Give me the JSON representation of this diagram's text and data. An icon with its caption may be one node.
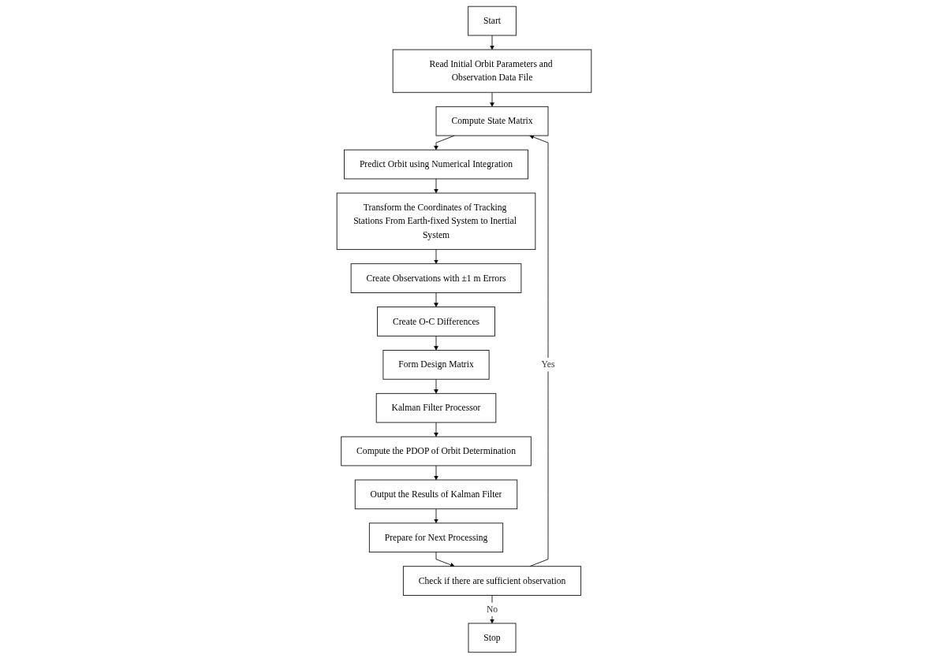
{
  "diagram": {
    "nodes": [
      {
        "text": [
          "Start"
        ]
      },
      {
        "text": [
          "Read Initial Orbit Parameters and Observation Data File"
        ]
      },
      {
        "text": [
          "Compute State Matrix"
        ]
      },
      {
        "text": [
          "Predict Orbit using Numerical Integration"
        ]
      },
      {
        "text": [
          "Transform the Coordinates of Tracking Stations From Earth-fixed System to Inertial System"
        ]
      },
      {
        "text": [
          "Create Observations with ±1 m Errors"
        ]
      },
      {
        "text": [
          "Create O-C Differences"
        ]
      },
      {
        "text": [
          "Form Design Matrix"
        ]
      },
      {
        "text": [
          "Kalman Filter Processor"
        ]
      },
      {
        "text": [
          "Compute the PDOP of Orbit Determination"
        ]
      },
      {
        "text": [
          "Output the Results of Kalman Filter"
        ]
      },
      {
        "text": [
          "Prepare for Next Processing"
        ]
      },
      {
        "text": [
          "Check if there are sufficient observation"
        ]
      },
      {
        "text": [
          "Stop"
        ]
      }
    ],
    "edges": [
      {
        "from": 0,
        "to": 1,
        "arrow": "to"
      },
      {
        "from": 1,
        "to": 2,
        "arrow": "to"
      },
      {
        "from": 2,
        "to": 3,
        "arrow": "to"
      },
      {
        "from": 3,
        "to": 4,
        "arrow": "to"
      },
      {
        "from": 4,
        "to": 5,
        "arrow": "to"
      },
      {
        "from": 5,
        "to": 6,
        "arrow": "to"
      },
      {
        "from": 6,
        "to": 7,
        "arrow": "to"
      },
      {
        "from": 7,
        "to": 8,
        "arrow": "to"
      },
      {
        "from": 8,
        "to": 9,
        "arrow": "to"
      },
      {
        "from": 9,
        "to": 10,
        "arrow": "to"
      },
      {
        "from": 10,
        "to": 11,
        "arrow": "to"
      },
      {
        "from": 11,
        "to": 12,
        "arrow": "to"
      },
      {
        "from": 12,
        "to": 2,
        "arrow": "to",
        "label": "Yes"
      },
      {
        "from": 12,
        "to": 13,
        "arrow": "to",
        "label": "No"
      }
    ]
  }
}
